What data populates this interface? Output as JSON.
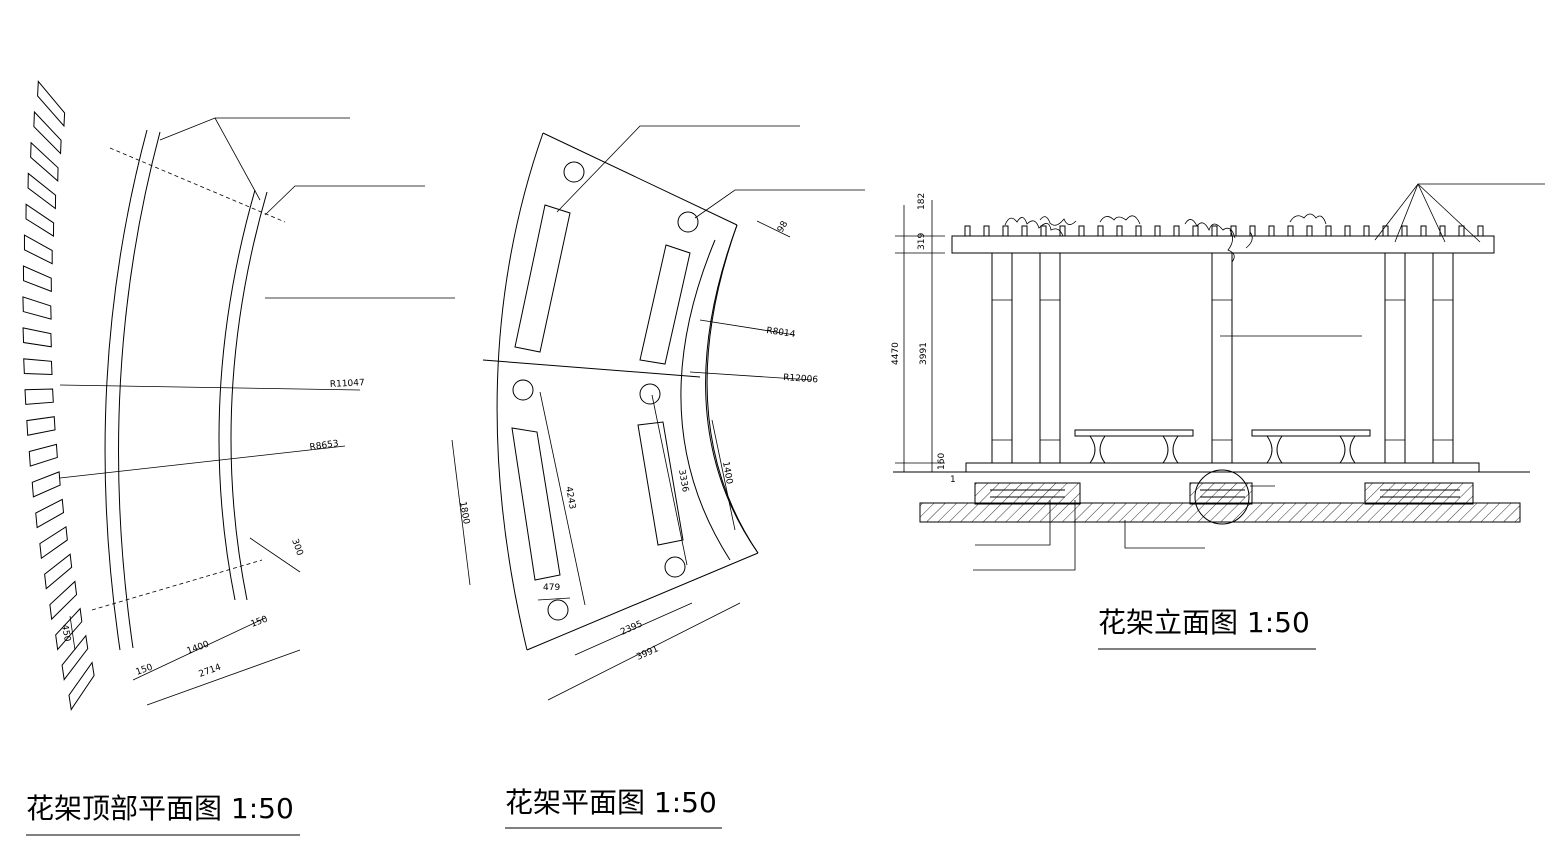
{
  "titles": {
    "top_plan": "花架顶部平面图 1:50",
    "plan": "花架平面图 1:50",
    "elevation": "花架立面图 1:50"
  },
  "top_plan_dims": {
    "r_outer": "R11047",
    "r_inner": "R8653",
    "d300": "300",
    "d450": "450",
    "d150a": "150",
    "d150b": "150",
    "d1400": "1400",
    "d2714": "2714"
  },
  "plan_dims": {
    "r8014": "R8014",
    "r12006": "R12006",
    "d98": "98",
    "d1800": "1800",
    "d4243": "4243",
    "d3336": "3336",
    "d1400": "1400",
    "d479": "479",
    "d2395": "2395",
    "d3991": "3991"
  },
  "elevation_dims": {
    "d182": "182",
    "d319": "319",
    "d4470": "4470",
    "d3991": "3991",
    "d160": "160",
    "d1": "1"
  }
}
